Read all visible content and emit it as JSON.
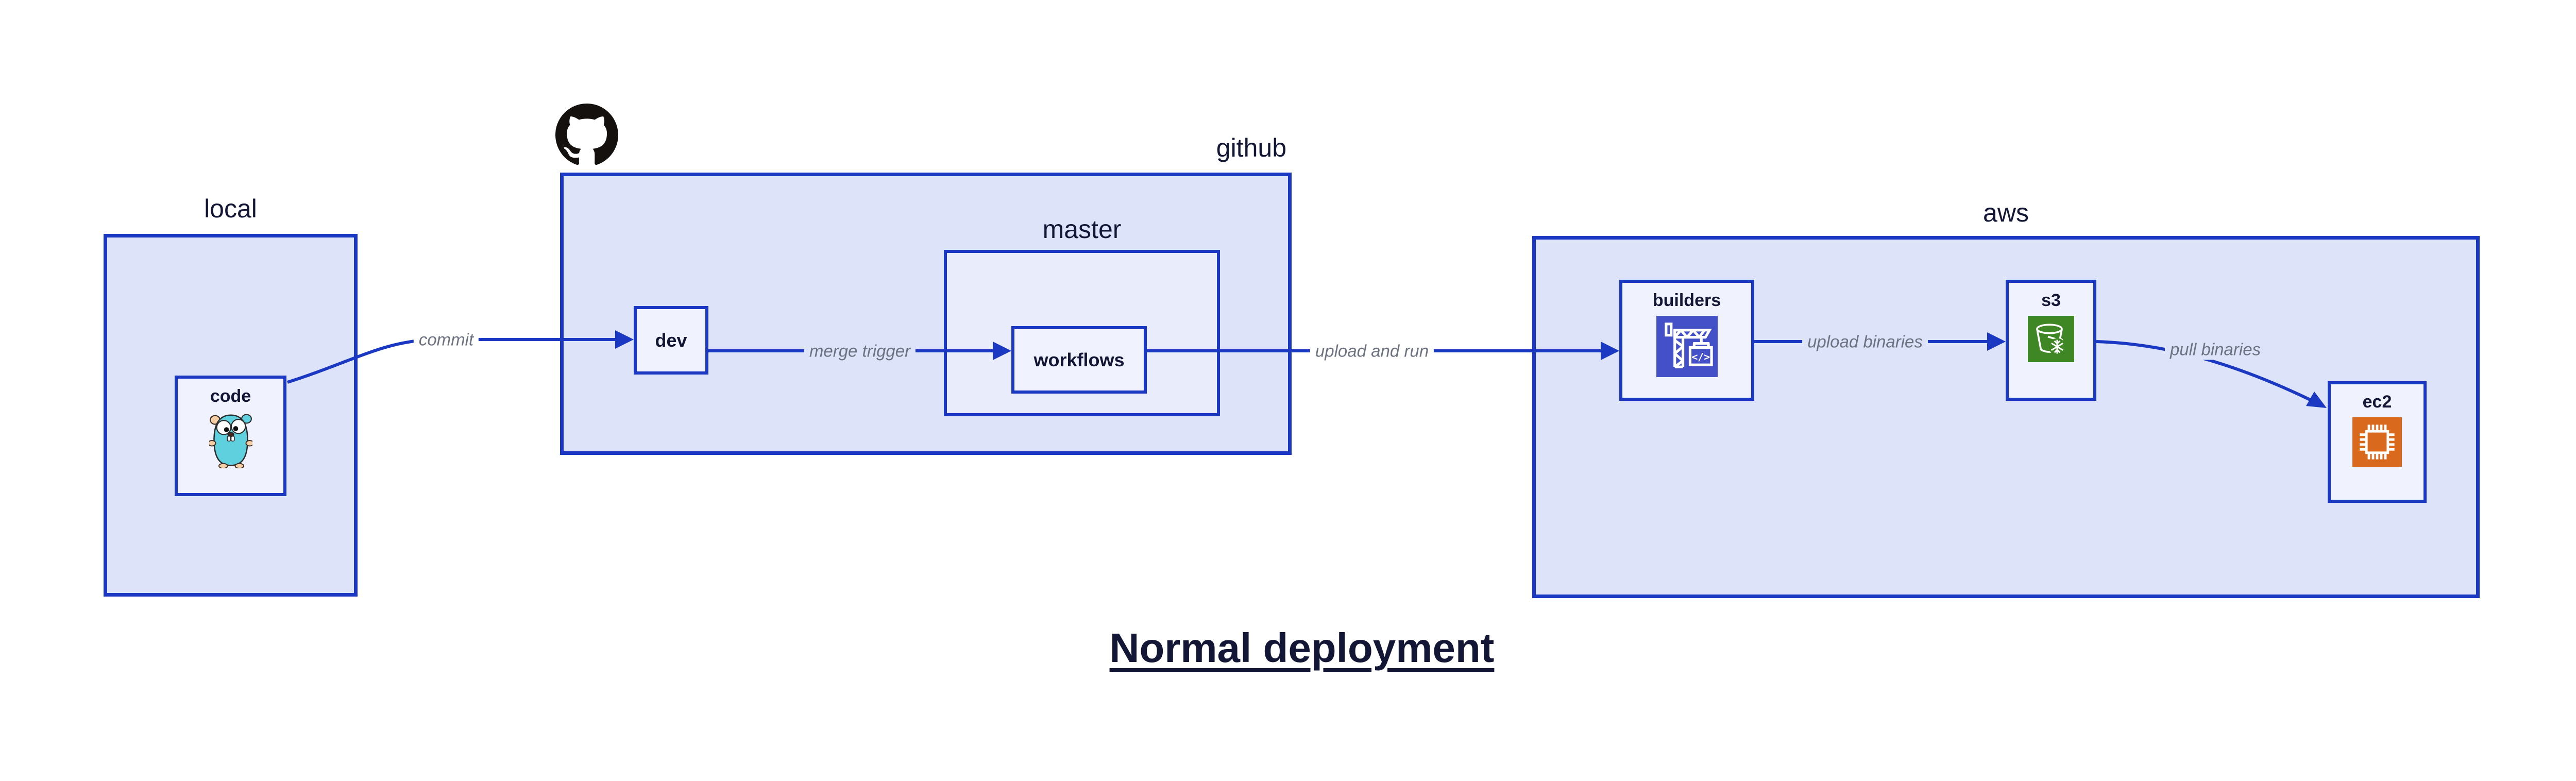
{
  "title": "Normal deployment",
  "containers": {
    "local": {
      "label": "local"
    },
    "github": {
      "label": "github"
    },
    "master": {
      "label": "master"
    },
    "aws": {
      "label": "aws"
    }
  },
  "nodes": {
    "code": {
      "label": "code",
      "icon": "go-gopher-icon"
    },
    "dev": {
      "label": "dev"
    },
    "workflows": {
      "label": "workflows"
    },
    "builders": {
      "label": "builders",
      "icon": "codebuild-crane-icon",
      "icon_glyph": "</>"
    },
    "s3": {
      "label": "s3",
      "icon": "s3-glacier-bucket-icon"
    },
    "ec2": {
      "label": "ec2",
      "icon": "ec2-chip-icon"
    }
  },
  "edges": [
    {
      "from": "code",
      "to": "dev",
      "label": "commit"
    },
    {
      "from": "dev",
      "to": "workflows",
      "label": "merge trigger"
    },
    {
      "from": "workflows",
      "to": "builders",
      "label": "upload and run"
    },
    {
      "from": "builders",
      "to": "s3",
      "label": "upload binaries"
    },
    {
      "from": "s3",
      "to": "ec2",
      "label": "pull binaries"
    }
  ],
  "icons": {
    "github_logo": "github-octocat-logo-icon"
  },
  "colors": {
    "edge-blue": "#1a38c2",
    "container-fill": "#dde3f8",
    "master-fill": "#e9edfb",
    "node-fill": "#f0f3fd",
    "navy-text": "#131735",
    "edge-label-gray": "#6c7280",
    "github-black": "#14110f",
    "codebuild-indigo": "#4450c8",
    "glacier-green": "#3f8624",
    "ec2-orange": "#d9691c",
    "gopher-teal": "#5fd0dd",
    "gopher-tan": "#f3cda4"
  }
}
